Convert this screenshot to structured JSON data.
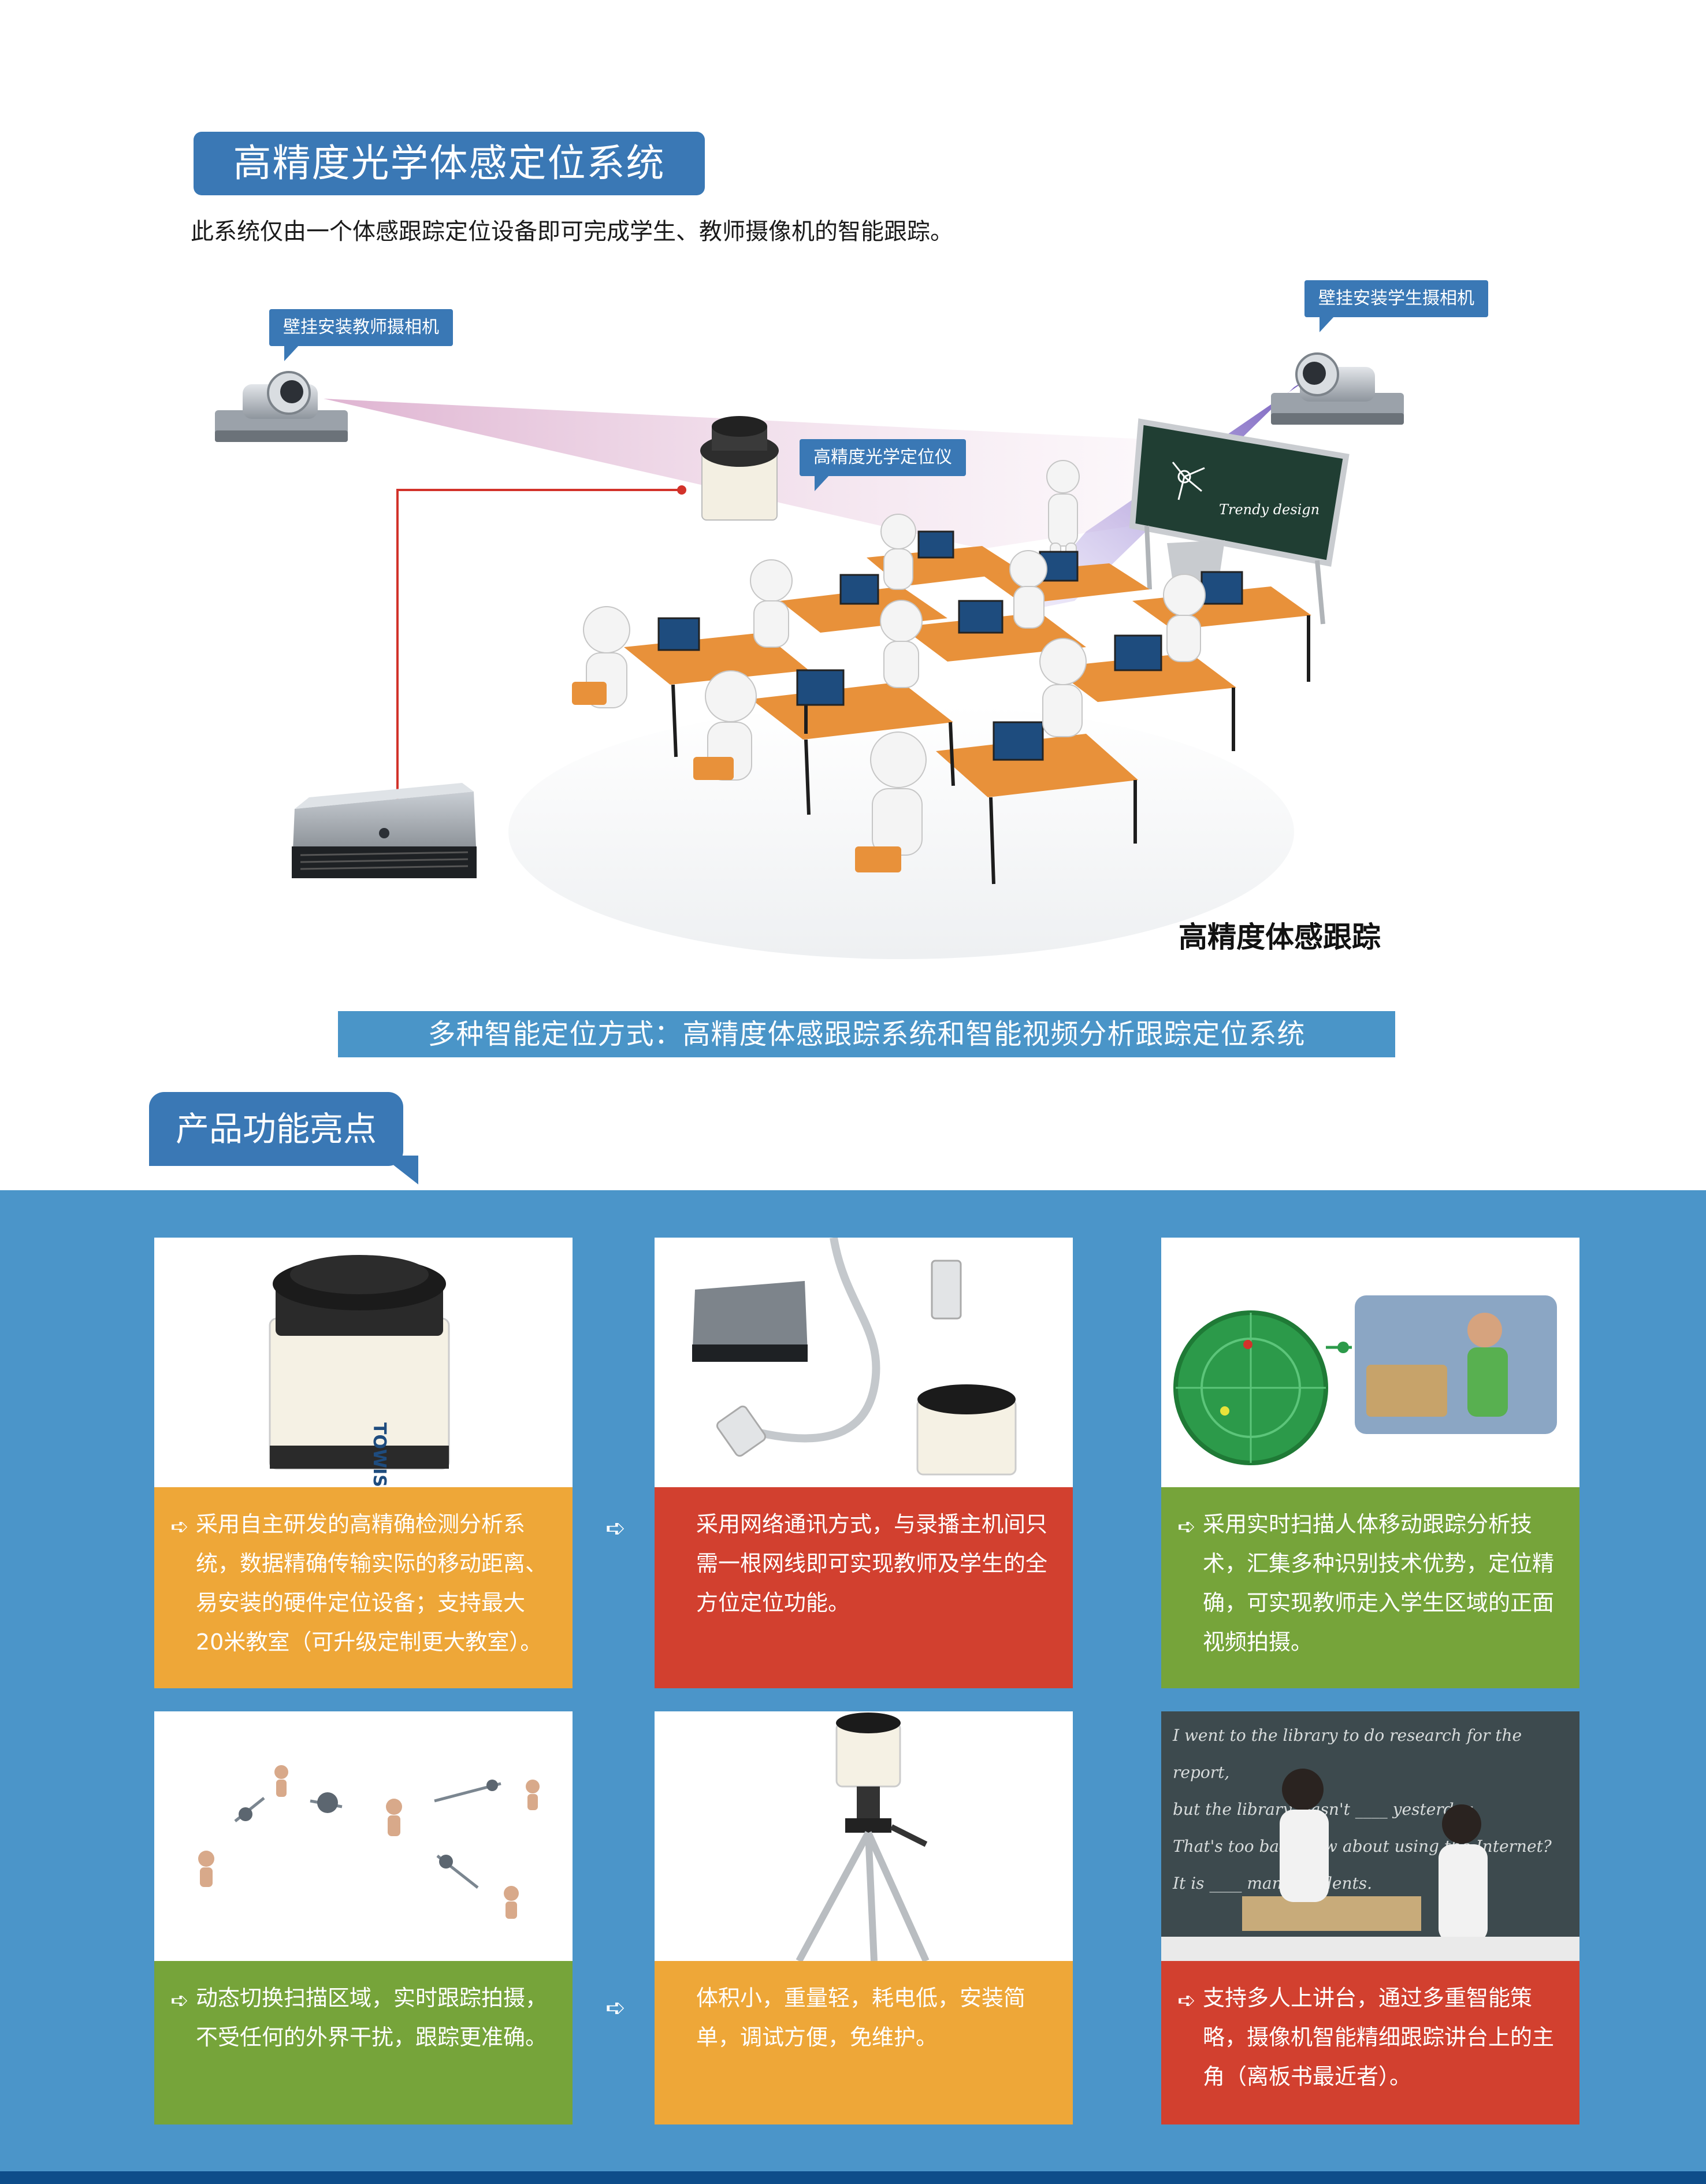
{
  "header": {
    "title": "高精度光学体感定位系统",
    "intro": "此系统仅由一个体感跟踪定位设备即可完成学生、教师摄像机的智能跟踪。"
  },
  "diagram": {
    "label_teacher_camera": "壁挂安装教师摄相机",
    "label_student_camera": "壁挂安装学生摄相机",
    "label_positioner": "高精度光学定位仪",
    "caption": "高精度体感跟踪",
    "board_text": "Trendy design",
    "device_brand": "TOWISE"
  },
  "sub_banner": "多种智能定位方式：高精度体感跟踪系统和智能视频分析跟踪定位系统",
  "features": {
    "tab_label": "产品功能亮点",
    "arrow_glyph": "➪",
    "cards": [
      {
        "text": "采用自主研发的高精确检测分析系统，数据精确传输实际的移动距离、易安装的硬件定位设备；支持最大20米教室（可升级定制更大教室）。",
        "color": "#eea738"
      },
      {
        "text": "采用网络通讯方式，与录播主机间只需一根网线即可实现教师及学生的全方位定位功能。",
        "color": "#d2402f"
      },
      {
        "text": "采用实时扫描人体移动跟踪分析技术，汇集多种识别技术优势，定位精确，可实现教师走入学生区域的正面视频拍摄。",
        "color": "#76a43a"
      },
      {
        "text": "动态切换扫描区域，实时跟踪拍摄，不受任何的外界干扰，跟踪更准确。",
        "color": "#76a43a"
      },
      {
        "text": "体积小，重量轻，耗电低，安装简单，调试方便，免维护。",
        "color": "#eea738"
      },
      {
        "text": "支持多人上讲台，通过多重智能策略，摄像机智能精细跟踪讲台上的主角（离板书最近者）。",
        "color": "#d2402f"
      }
    ],
    "blackboard_lines": [
      "I went to the library to do research for the report,",
      "but the library wasn't ____ yesterday.",
      "That's too bad. How about using the Internet?",
      "It is ____ many students."
    ]
  }
}
